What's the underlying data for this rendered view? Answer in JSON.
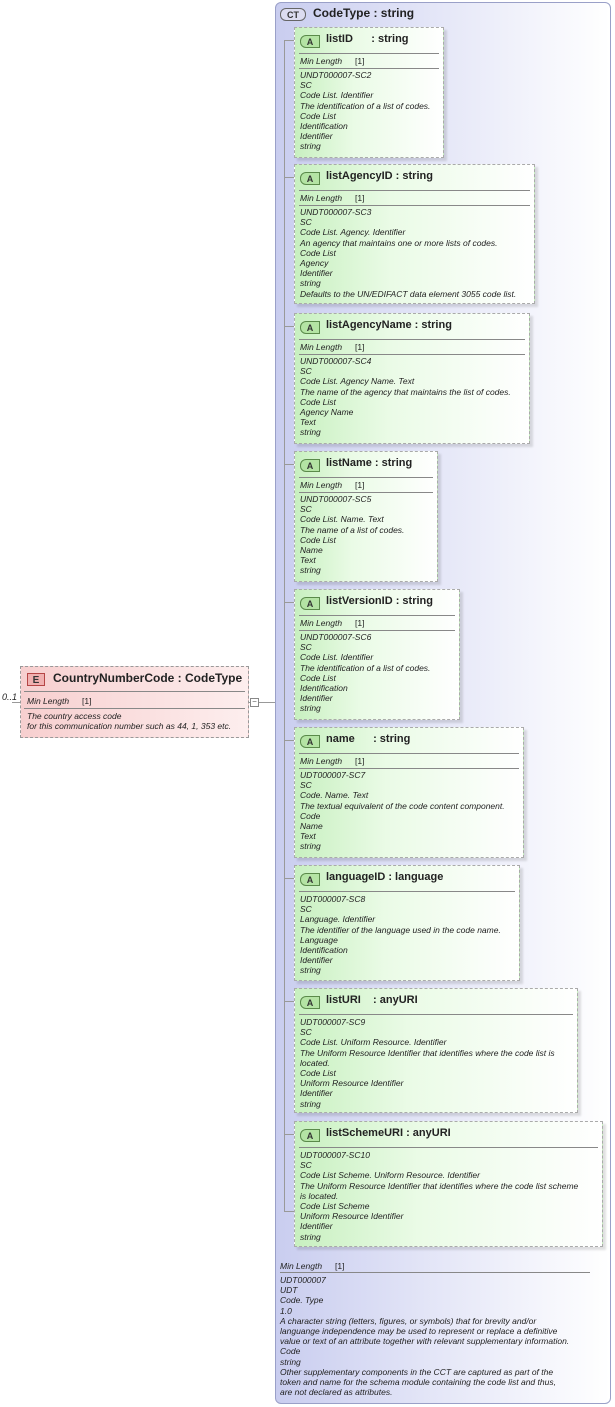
{
  "complex_type": {
    "badge": "CT",
    "title": "CodeType : string",
    "facet_label": "Min Length",
    "facet_value": "[1]",
    "documentation": "UDT000007\nUDT\nCode. Type\n1.0\nA character string (letters, figures, or symbols) that for brevity and/or\nlanguange independence may be used to represent or replace a definitive\nvalue or text of an attribute together with relevant supplementary information.\nCode\nstring\nOther supplementary components in the CCT are captured as part of the\ntoken and name for the schema module containing the code list and thus,\nare not declared as attributes."
  },
  "element": {
    "badge": "E",
    "title": "CountryNumberCode : CodeType",
    "occurrence": "0..1",
    "facet_label": "Min Length",
    "facet_value": "[1]",
    "documentation": "The country access code\nfor this communication number such as 44, 1, 353 etc.",
    "collapse_symbol": "−"
  },
  "attributes": [
    {
      "badge": "A",
      "name": "listID      : string",
      "facet_label": "Min Length",
      "facet_value": "[1]",
      "documentation": "UNDT000007-SC2\nSC\nCode List. Identifier\nThe identification of a list of codes.\nCode List\nIdentification\nIdentifier\nstring"
    },
    {
      "badge": "A",
      "name": "listAgencyID : string",
      "facet_label": "Min Length",
      "facet_value": "[1]",
      "documentation": "UNDT000007-SC3\nSC\nCode List. Agency. Identifier\nAn agency that maintains one or more lists of codes.\nCode List\nAgency\nIdentifier\nstring\nDefaults to the UN/EDIFACT data element 3055 code list."
    },
    {
      "badge": "A",
      "name": "listAgencyName : string",
      "facet_label": "Min Length",
      "facet_value": "[1]",
      "documentation": "UNDT000007-SC4\nSC\nCode List. Agency Name. Text\nThe name of the agency that maintains the list of codes.\nCode List\nAgency Name\nText\nstring"
    },
    {
      "badge": "A",
      "name": "listName : string",
      "facet_label": "Min Length",
      "facet_value": "[1]",
      "documentation": "UNDT000007-SC5\nSC\nCode List. Name. Text\nThe name of a list of codes.\nCode List\nName\nText\nstring"
    },
    {
      "badge": "A",
      "name": "listVersionID : string",
      "facet_label": "Min Length",
      "facet_value": "[1]",
      "documentation": "UNDT000007-SC6\nSC\nCode List. Identifier\nThe identification of a list of codes.\nCode List\nIdentification\nIdentifier\nstring"
    },
    {
      "badge": "A",
      "name": "name      : string",
      "facet_label": "Min Length",
      "facet_value": "[1]",
      "documentation": "UDT000007-SC7\nSC\nCode. Name. Text\nThe textual equivalent of the code content component.\nCode\nName\nText\nstring"
    },
    {
      "badge": "A",
      "name": "languageID : language",
      "facet_label": "",
      "facet_value": "",
      "documentation": "UDT000007-SC8\nSC\nLanguage. Identifier\nThe identifier of the language used in the code name.\nLanguage\nIdentification\nIdentifier\nstring"
    },
    {
      "badge": "A",
      "name": "listURI    : anyURI",
      "facet_label": "",
      "facet_value": "",
      "documentation": "UDT000007-SC9\nSC\nCode List. Uniform Resource. Identifier\nThe Uniform Resource Identifier that identifies where the code list is\nlocated.\nCode List\nUniform Resource Identifier\nIdentifier\nstring"
    },
    {
      "badge": "A",
      "name": "listSchemeURI : anyURI",
      "facet_label": "",
      "facet_value": "",
      "documentation": "UDT000007-SC10\nSC\nCode List Scheme. Uniform Resource. Identifier\nThe Uniform Resource Identifier that identifies where the code list scheme\nis located.\nCode List Scheme\nUniform Resource Identifier\nIdentifier\nstring"
    }
  ]
}
